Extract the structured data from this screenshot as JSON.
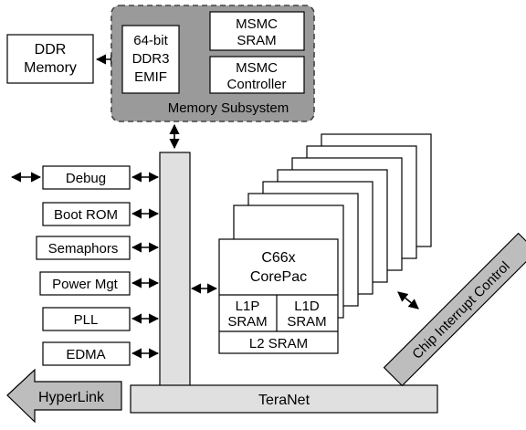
{
  "ddr_memory": {
    "line1": "DDR",
    "line2": "Memory"
  },
  "memory_subsystem": {
    "title": "Memory Subsystem",
    "emif": {
      "line1": "64-bit",
      "line2": "DDR3",
      "line3": "EMIF"
    },
    "msmc_sram": {
      "line1": "MSMC",
      "line2": "SRAM"
    },
    "msmc_controller": {
      "line1": "MSMC",
      "line2": "Controller"
    }
  },
  "peripherals": [
    "Debug",
    "Boot ROM",
    "Semaphors",
    "Power Mgt",
    "PLL",
    "EDMA"
  ],
  "corepac": {
    "title_line1": "C66x",
    "title_line2": "CorePac",
    "l1p": {
      "line1": "L1P",
      "line2": "SRAM"
    },
    "l1d": {
      "line1": "L1D",
      "line2": "SRAM"
    },
    "l2": "L2 SRAM"
  },
  "chip_interrupt_control": "Chip Interrupt Control",
  "teranet": "TeraNet",
  "hyperlink": "HyperLink"
}
